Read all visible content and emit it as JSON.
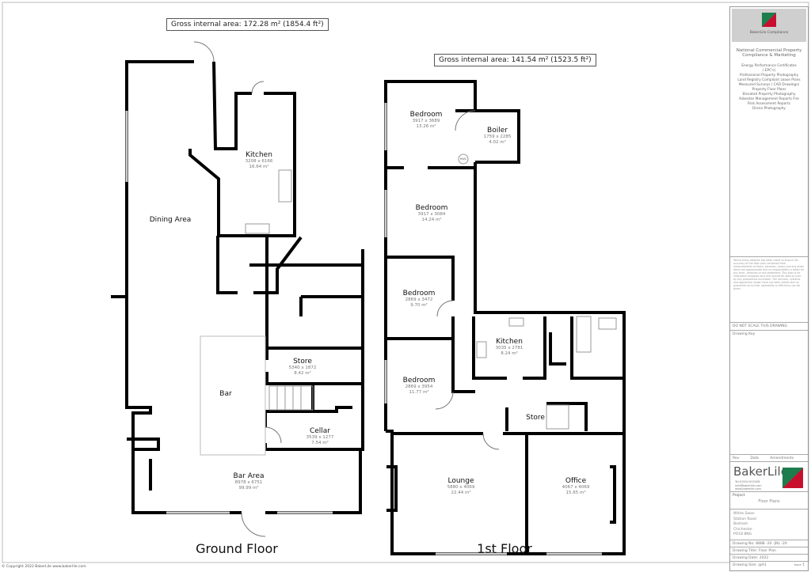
{
  "ground_floor": {
    "title": "Ground Floor",
    "gross_internal_area": "Gross internal area: 172.28 m² (1854.4 ft²)",
    "rooms": [
      {
        "name": "Dining Area",
        "dims": "",
        "area": ""
      },
      {
        "name": "Kitchen",
        "dims": "3208 x 6166",
        "area": "16.64 m²"
      },
      {
        "name": "Store",
        "dims": "5340 x 1872",
        "area": "8.42 m²"
      },
      {
        "name": "Bar",
        "dims": "",
        "area": ""
      },
      {
        "name": "Cellar",
        "dims": "3539 x 1277",
        "area": "7.54 m²"
      },
      {
        "name": "Bar Area",
        "dims": "8978 x 6751",
        "area": "99.99 m²"
      }
    ]
  },
  "first_floor": {
    "title": "1st Floor",
    "gross_internal_area": "Gross internal area: 141.54 m² (1523.5 ft²)",
    "rooms": [
      {
        "name": "Bedroom",
        "dims": "3917 x 3689",
        "area": "13.26 m²"
      },
      {
        "name": "Boiler",
        "dims": "1759 x 2285",
        "area": "4.02 m²"
      },
      {
        "name": "Bedroom",
        "dims": "3917 x 3084",
        "area": "14.24 m²"
      },
      {
        "name": "Bedroom",
        "dims": "2869 x 3472",
        "area": "9.70 m²"
      },
      {
        "name": "Kitchen",
        "dims": "3035 x 2781",
        "area": "8.24 m²"
      },
      {
        "name": "Bedroom",
        "dims": "2869 x 3954",
        "area": "11.77 m²"
      },
      {
        "name": "Store",
        "dims": "",
        "area": ""
      },
      {
        "name": "Lounge",
        "dims": "5880 x 4069",
        "area": "22.44 m²"
      },
      {
        "name": "Office",
        "dims": "4067 x 4069",
        "area": "15.65 m²"
      }
    ],
    "hwc_label": "HWC"
  },
  "title_block": {
    "logo_caption": "BakerLile Compliance",
    "heading": "National Commercial Property Compliance & Marketing",
    "services": [
      "Energy Performance Certificates",
      "( EPC's)",
      "Professional Property Photography",
      "Land Registry Compliant Lease Plans",
      "Measured Surveys ( CAD Drawings)",
      "Property Floor Plans",
      "Elevated Property Photography",
      "Asbestos Management Reports Fire",
      "Risk Assessment Reports",
      "Drone Photography"
    ],
    "disclaimer": "Whilst every attempt has been made to ensure the accuracy of the floor plan contained here, measurements of doors, windows, rooms and any other items are approximate and no responsibility is taken for any error, omission or mis-statement. This plan is for illustrative purposes only and should be used as such by any prospective purchaser. The services, systems and appliances shown have not been tested and no guarantee as to their operability or efficiency can be given.",
    "do_not_scale": "DO NOT SCALE THIS DRAWING",
    "drawing_key": "Drawing Key",
    "rev_headers": [
      "Rev",
      "Date",
      "Amendments"
    ],
    "brand": "BakerLile",
    "contact": [
      "Tel:01904 615008",
      "info@bakerlile.com",
      "www.bakerlile.com"
    ],
    "project_label": "Project",
    "project_value": "Floor Plans",
    "address": [
      "White Swan",
      "Station Road",
      "Bosham",
      "Chichester",
      "PO18 8NG"
    ],
    "drawing_no_label": "Drawing No:",
    "drawing_no": "8888 -20 -JNL -20",
    "drawing_title_label": "Drawing Title:",
    "drawing_title": "Floor Plan",
    "drawing_date_label": "Drawing Date:",
    "drawing_date": "2022",
    "drawing_size_label": "Drawing Size:",
    "drawing_size": "@A1",
    "issue_label": "Issue",
    "issue": "1"
  },
  "copyright": "© Copyright 2022 BakerLile  www.bakerlile.com",
  "colors": {
    "wall": "#000000",
    "bar_counter": "#bdbdbd",
    "brand_green": "#1e7d4d",
    "brand_red": "#c8102e"
  }
}
